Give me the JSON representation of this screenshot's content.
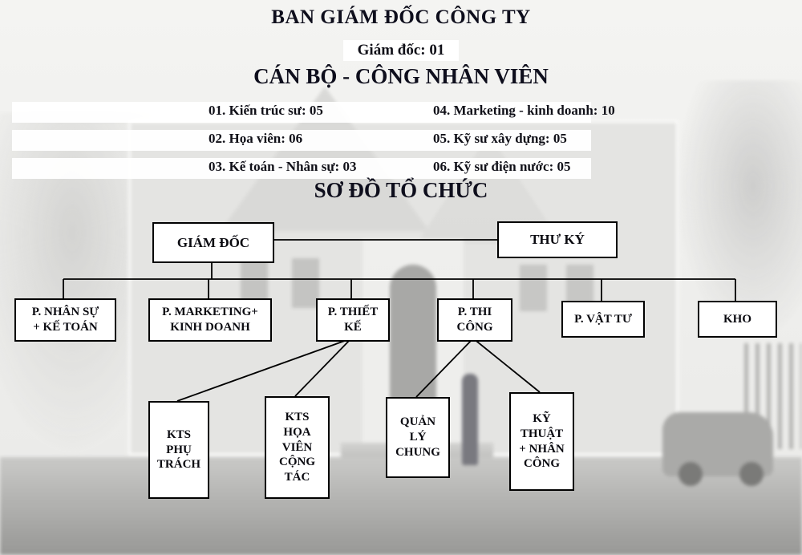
{
  "header": {
    "title": "BAN GIÁM ĐỐC CÔNG TY",
    "director_count": "Giám đốc: 01",
    "staff_heading": "CÁN BỘ - CÔNG NHÂN VIÊN"
  },
  "staff_list": {
    "left": [
      "01. Kiến trúc sư: 05",
      "02. Họa viên: 06",
      "03. Kế toán - Nhân sự: 03"
    ],
    "right": [
      "04. Marketing - kinh doanh: 10",
      "05. Kỹ sư xây dựng: 05",
      "06. Kỹ sư điện nước: 05"
    ]
  },
  "org_chart": {
    "heading": "SƠ ĐỒ TỔ CHỨC",
    "nodes": {
      "director": "GIÁM ĐỐC",
      "secretary": "THƯ KÝ",
      "hr_accounting": "P. NHÂN SỰ\n+ KẾ TOÁN",
      "marketing_sales": "P. MARKETING+\nKINH DOANH",
      "design": "P. THIẾT\nKẾ",
      "construction": "P. THI\nCÔNG",
      "materials": "P. VẬT TƯ",
      "warehouse": "KHO",
      "lead_architect": "KTS\nPHỤ\nTRÁCH",
      "collab_architects": "KTS\nHỌA\nVIÊN\nCỘNG\nTÁC",
      "general_manager": "QUẢN\nLÝ\nCHUNG",
      "technical_labor": "KỸ\nTHUẬT\n+ NHÂN\nCÔNG"
    },
    "hierarchy": {
      "director_peer": "secretary",
      "director_children": [
        "hr_accounting",
        "marketing_sales",
        "design",
        "construction",
        "materials",
        "warehouse"
      ],
      "design_children": [
        "lead_architect",
        "collab_architects"
      ],
      "construction_children": [
        "general_manager",
        "technical_labor"
      ]
    },
    "colors": {
      "box_fill": "#ffffff",
      "box_border": "#000000",
      "text": "#0a0a10",
      "band_background": "#ffffff"
    }
  }
}
